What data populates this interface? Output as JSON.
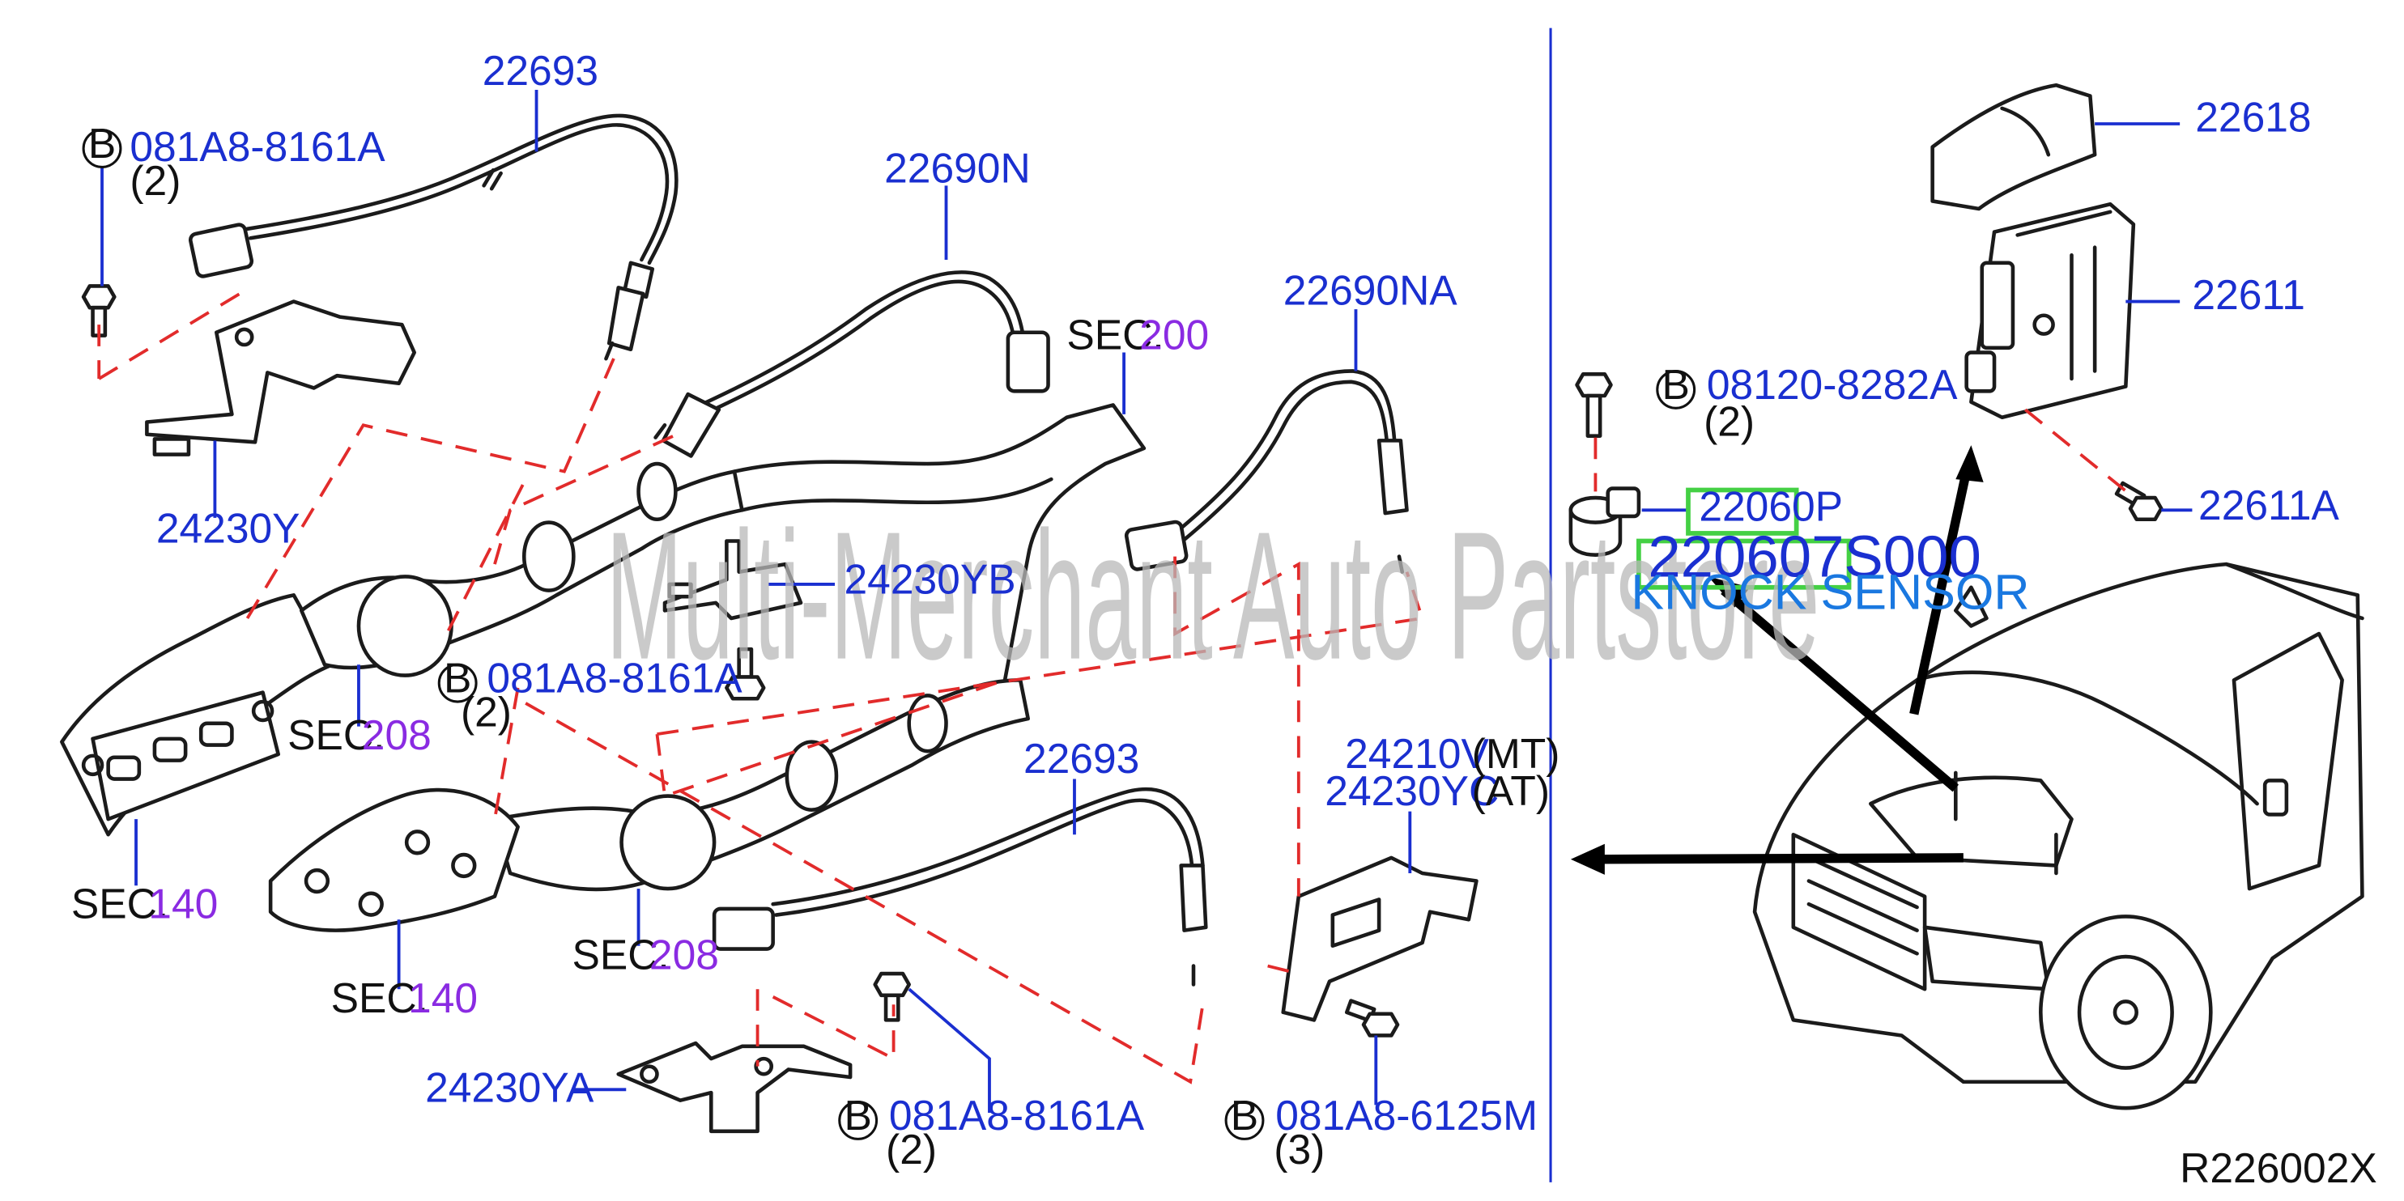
{
  "diagram_id": "R226002X",
  "watermark": "Multi-Merchant Auto Partstore",
  "sections": {
    "sec_label": "SEC.",
    "sec_200": "200",
    "sec_208_a": "208",
    "sec_208_b": "208",
    "sec_140_a": "140",
    "sec_140_b": "140"
  },
  "bolt_badge": "B",
  "parts": {
    "p22693_top": "22693",
    "p22693_bottom": "22693",
    "p22690N": "22690N",
    "p22690NA": "22690NA",
    "p24230Y": "24230Y",
    "p24230YB": "24230YB",
    "p24230YA": "24230YA",
    "p24210V": "24210V",
    "p24210V_note": "(MT)",
    "p24230YC": "24230YC",
    "p24230YC_note": "(AT)",
    "bolt_081A8_8161A_top": "081A8-8161A",
    "bolt_081A8_8161A_top_qty": "(2)",
    "bolt_081A8_8161A_mid": "081A8-8161A",
    "bolt_081A8_8161A_mid_qty": "(2)",
    "bolt_081A8_8161A_bottom": "081A8-8161A",
    "bolt_081A8_8161A_bottom_qty": "(2)",
    "bolt_081A8_6125M": "081A8-6125M",
    "bolt_081A8_6125M_qty": "(3)",
    "bolt_08120_8282A": "08120-8282A",
    "bolt_08120_8282A_qty": "(2)",
    "p22060P": "22060P",
    "p220607S000": "220607S000",
    "knock_sensor_label": "KNOCK SENSOR",
    "p22618": "22618",
    "p22611": "22611",
    "p22611A": "22611A"
  },
  "colors": {
    "part_number": "#1a2fd0",
    "section_number": "#8a2be2",
    "highlight_box": "#44d044",
    "dashed_guide": "#e22b2b",
    "divider": "#1a2fd0"
  }
}
